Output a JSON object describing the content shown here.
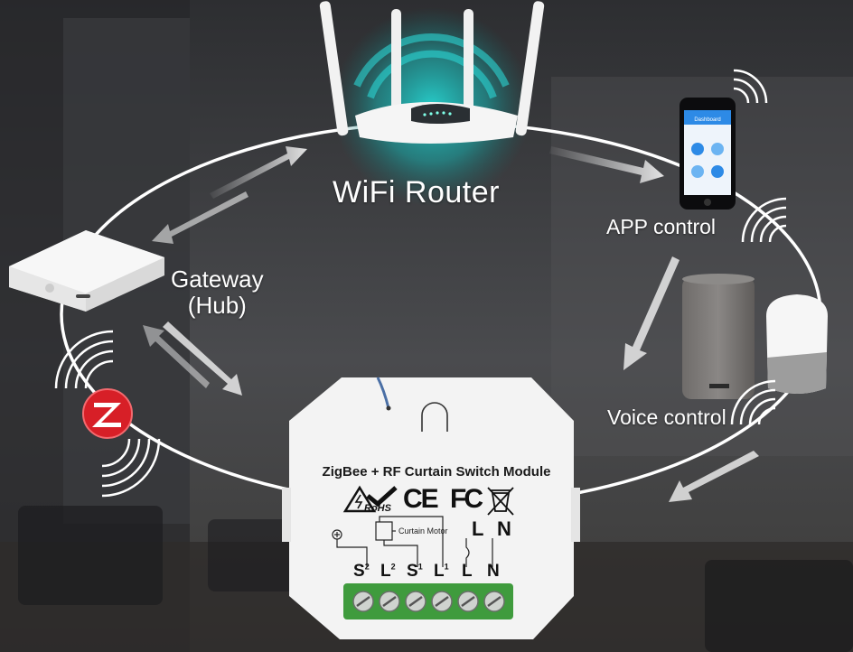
{
  "labels": {
    "router": "WiFi Router",
    "app": "APP control",
    "voice": "Voice control",
    "gateway_line1": "Gateway",
    "gateway_line2": "(Hub)"
  },
  "module": {
    "title": "ZigBee + RF Curtain Switch Module",
    "certifications": [
      "CE",
      "FC",
      "RoHS"
    ],
    "motor_label": "Curtain Motor",
    "wire_L": "L",
    "wire_N": "N",
    "terminals": [
      {
        "label": "S",
        "sup": "2"
      },
      {
        "label": "L",
        "sup": "2"
      },
      {
        "label": "S",
        "sup": "1"
      },
      {
        "label": "L",
        "sup": "1"
      },
      {
        "label": "L",
        "sup": ""
      },
      {
        "label": "N",
        "sup": ""
      }
    ],
    "screw_count": 6
  },
  "phone": {
    "screen_title": "Dashboard"
  },
  "colors": {
    "router_glow": "#20c4c4",
    "zigbee_red": "#e8222b",
    "module_body": "#f3f3f3",
    "screw_green": "#3f9b3d"
  }
}
